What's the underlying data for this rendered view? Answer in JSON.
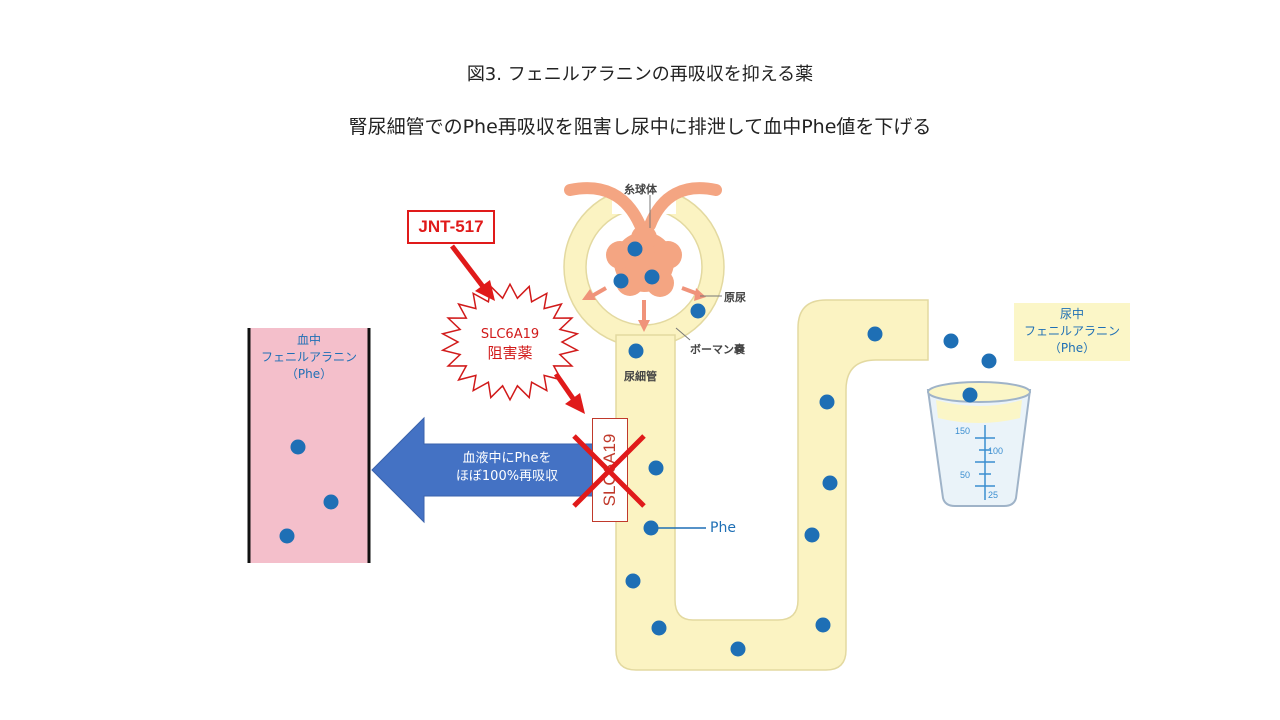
{
  "title": "図3. フェニルアラニンの再吸収を抑える薬",
  "subtitle": "腎尿細管でのPhe再吸収を阻害し尿中に排泄して血中Phe値を下げる",
  "drug_label": "JNT-517",
  "inhibitor_burst": {
    "line1": "SLC6A19",
    "line2": "阻害薬"
  },
  "transporter_label": "SLC6A19",
  "reabsorption_arrow": {
    "line1": "血液中にPheを",
    "line2": "ほぼ100%再吸収"
  },
  "blood_box": {
    "line1": "血中",
    "line2": "フェニルアラニン",
    "line3": "（Phe）"
  },
  "urine_box": {
    "line1": "尿中",
    "line2": "フェニルアラニン",
    "line3": "（Phe）"
  },
  "kidney_labels": {
    "glomerulus": "糸球体",
    "primary_urine": "原尿",
    "bowman_capsule": "ボーマン嚢",
    "renal_tubule": "尿細管",
    "phe": "Phe"
  },
  "cup_scale": [
    "150",
    "100",
    "50",
    "25"
  ],
  "colors": {
    "phe_dot": "#1e6fb5",
    "blood": "#f4bfcb",
    "tubule": "#fbf3c2",
    "glomerulus": "#f4a582",
    "arrow": "#4472c4",
    "inhibit": "#e01a1a"
  }
}
